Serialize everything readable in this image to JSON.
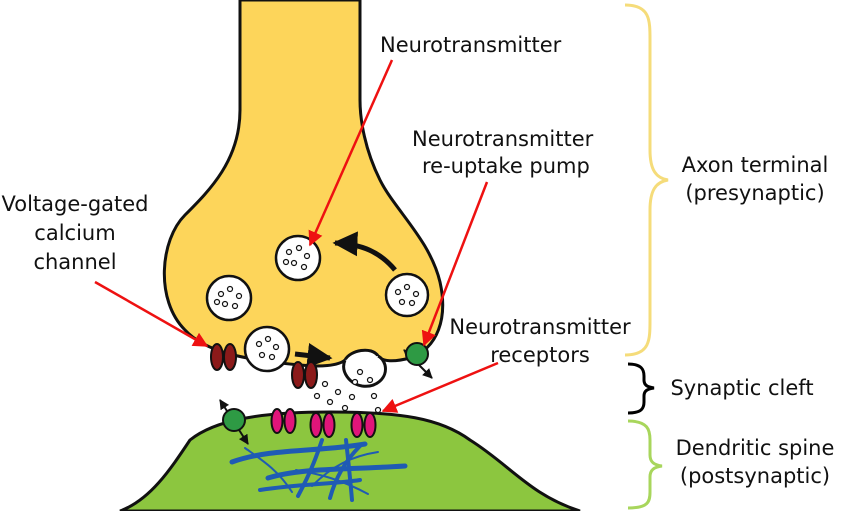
{
  "labels": {
    "neurotransmitter": "Neurotransmitter",
    "reuptake_line1": "Neurotransmitter",
    "reuptake_line2": "re-uptake pump",
    "calcium_line1": "Voltage-gated",
    "calcium_line2": "calcium",
    "calcium_line3": "channel",
    "receptors_line1": "Neurotransmitter",
    "receptors_line2": "receptors",
    "axon_line1": "Axon terminal",
    "axon_line2": "(presynaptic)",
    "cleft": "Synaptic cleft",
    "spine_line1": "Dendritic spine",
    "spine_line2": "(postsynaptic)"
  },
  "colors": {
    "axon_fill": "#fdd55a",
    "spine_fill": "#8cc63f",
    "calcium_channel": "#8b1a1a",
    "reuptake_pump": "#2e9a44",
    "receptor": "#e0157a",
    "cytoskeleton": "#1f5bb4",
    "pointer_arrow": "#ee1111",
    "brace_axon": "#f5dc7a",
    "brace_cleft": "#000000",
    "brace_spine": "#a8d65c"
  }
}
